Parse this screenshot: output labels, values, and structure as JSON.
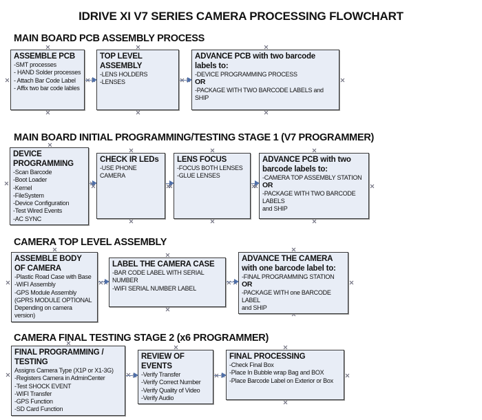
{
  "title": "IDRIVE XI V7 SERIES CAMERA PROCESSING FLOWCHART",
  "colors": {
    "box_fill": "#e8edf6",
    "box_border": "#3a3a3a",
    "arrow": "#4f6fa8"
  },
  "sections": [
    {
      "heading": "MAIN BOARD PCB ASSEMBLY PROCESS",
      "boxes": [
        {
          "title": "ASSEMBLE PCB",
          "lines": [
            " -SMT processes",
            "- HAND Solder processes",
            "- Attach Bar Code Label",
            "- Affix two bar code lables"
          ]
        },
        {
          "title": "TOP LEVEL ASSEMBLY",
          "lines": [
            "-LENS HOLDERS",
            "-LENSES"
          ]
        },
        {
          "title": "ADVANCE PCB with two barcode labels to:",
          "lines": [
            "-DEVICE PROGRAMMING PROCESS",
            "OR",
            "-PACKAGE WITH TWO BARCODE LABELS and SHIP"
          ]
        }
      ]
    },
    {
      "heading": "MAIN BOARD INITIAL PROGRAMMING/TESTING STAGE 1 (V7 PROGRAMMER)",
      "boxes": [
        {
          "title": "DEVICE PROGRAMMING",
          "lines": [
            "-Scan Barcode",
            "-Boot Loader",
            "-Kernel",
            "-FileSystem",
            "-Device Configuration",
            "-Test Wired Events",
            "-AC SYNC"
          ]
        },
        {
          "title": "CHECK IR LEDs",
          "lines": [
            "-USE PHONE CAMERA"
          ]
        },
        {
          "title": "LENS FOCUS",
          "lines": [
            "-FOCUS BOTH LENSES",
            "-GLUE LENSES"
          ]
        },
        {
          "title": "ADVANCE PCB with two barcode labels to:",
          "lines": [
            "-CAMERA TOP ASSEMBLY STATION",
            "OR",
            "-PACKAGE WITH TWO BARCODE LABELS",
            "and SHIP"
          ]
        }
      ]
    },
    {
      "heading": "CAMERA TOP LEVEL ASSEMBLY",
      "boxes": [
        {
          "title": "ASSEMBLE BODY OF CAMERA",
          "lines": [
            "-Plastic Road Case with Base",
            "-WIFI Assembly",
            "-GPS Module Assembly",
            "(GPRS MODULE OPTIONAL",
            "Depending on camera version)"
          ]
        },
        {
          "title": "LABEL THE CAMERA CASE",
          "lines": [
            "-BAR CODE LABEL WITH SERIAL NUMBER",
            "-WIFI SERIAL NUMBER LABEL"
          ]
        },
        {
          "title": "ADVANCE THE CAMERA with one barcode label to:",
          "lines": [
            "-FINAL PROGRAMMING STATION",
            " OR",
            "-PACKAGE WITH one BARCODE LABEL",
            "and SHIP"
          ]
        }
      ]
    },
    {
      "heading": "CAMERA FINAL TESTING STAGE 2 (x6 PROGRAMMER)",
      "boxes": [
        {
          "title": "FINAL PROGRAMMING / TESTING",
          "lines": [
            "Assigns Camera Type (X1P or X1-3G)",
            "-Registers Camera in AdminCenter",
            "-Test SHOCK EVENT",
            "-WIFI Transfer",
            "-GPS Function",
            "-SD Card Function"
          ]
        },
        {
          "title": "REVIEW OF EVENTS",
          "lines": [
            "-Verify Transfer",
            "-Verify Correct Number",
            "-Verify Quality of Video",
            "-Verify Audio"
          ]
        },
        {
          "title": "FINAL PROCESSING",
          "lines": [
            " -Check Final Box",
            "-Place In Bubble wrap Bag and BOX",
            "-Place Barcode Label on Exterior or Box"
          ]
        }
      ]
    }
  ]
}
